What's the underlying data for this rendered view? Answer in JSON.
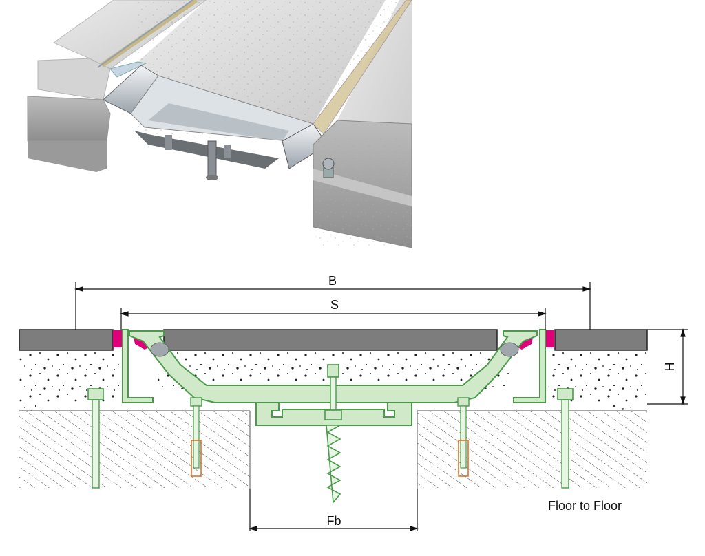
{
  "figure": {
    "title": "",
    "dimensions": {
      "overall_width": "B",
      "seal_width": "S",
      "height": "H",
      "frame_base": "Fb"
    },
    "caption": "Floor to Floor"
  },
  "colors": {
    "profile_green": "#4a9a4a",
    "profile_fill": "#cfe9c9",
    "seal_magenta": "#e0007a",
    "slab_gray": "#7d7d7d",
    "anchor_orange": "#e07020",
    "dimension_line": "#111111"
  }
}
